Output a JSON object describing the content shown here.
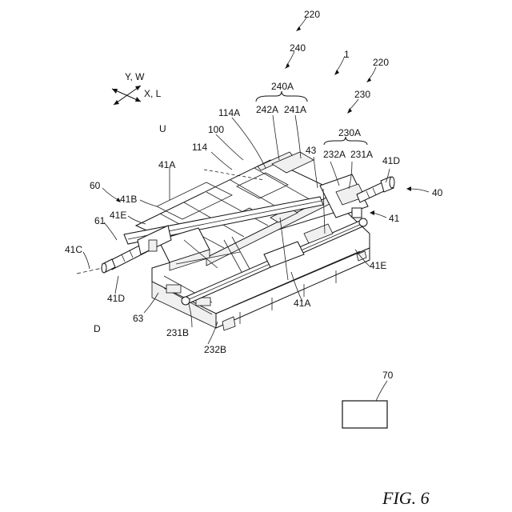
{
  "figure_caption": "FIG. 6",
  "axis_labels": {
    "yw": "Y, W",
    "xl": "X, L",
    "up": "U",
    "down": "D"
  },
  "refs": {
    "r220a": "220",
    "r240": "240",
    "r1": "1",
    "r220b": "220",
    "r230": "230",
    "r240A": "240A",
    "r242A": "242A",
    "r241A": "241A",
    "r114A": "114A",
    "r100": "100",
    "r114": "114",
    "r43": "43",
    "r230A": "230A",
    "r232A": "232A",
    "r231A": "231A",
    "r41D_r": "41D",
    "r40": "40",
    "r41A_t": "41A",
    "r60": "60",
    "r41B": "41B",
    "r41E_l": "41E",
    "r61": "61",
    "r41": "41",
    "r41C": "41C",
    "r41E_r": "41E",
    "r41D_l": "41D",
    "r41A_b": "41A",
    "r63": "63",
    "r231B": "231B",
    "r232B": "232B",
    "r70": "70"
  }
}
